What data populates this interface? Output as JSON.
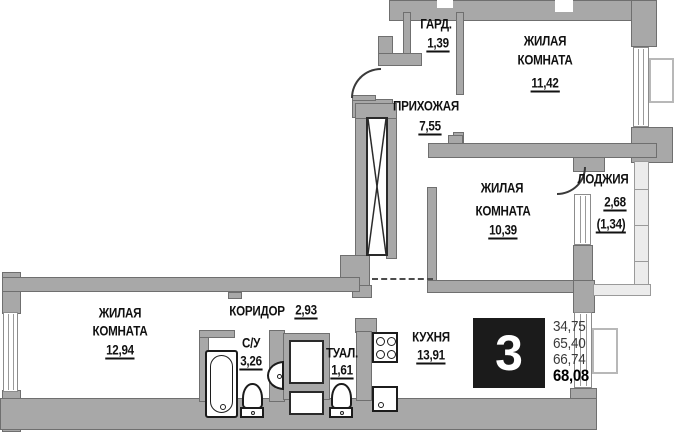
{
  "rooms": {
    "gard": {
      "name": "ГАРД.",
      "area": "1,39"
    },
    "living1": {
      "name_line1": "ЖИЛАЯ",
      "name_line2": "КОМНАТА",
      "area": "11,42"
    },
    "hall": {
      "name": "ПРИХОЖАЯ",
      "area": "7,55"
    },
    "living2": {
      "name_line1": "ЖИЛАЯ",
      "name_line2": "КОМНАТА",
      "area": "10,39"
    },
    "loggia": {
      "name": "ЛОДЖИЯ",
      "area": "2,68",
      "area_secondary": "(1,34)"
    },
    "living3": {
      "name_line1": "ЖИЛАЯ",
      "name_line2": "КОМНАТА",
      "area": "12,94"
    },
    "corridor": {
      "name": "КОРИДОР",
      "area": "2,93"
    },
    "bathroom": {
      "name": "С/У",
      "area": "3,26"
    },
    "toilet": {
      "name": "ТУАЛ.",
      "area": "1,61"
    },
    "kitchen": {
      "name": "КУХНЯ",
      "area": "13,91"
    }
  },
  "badge": {
    "number": "3",
    "area_lines": [
      "34,75",
      "65,40",
      "66,74",
      "68,08"
    ]
  },
  "fixtures": [
    "bathtub",
    "toilet",
    "wash-basin",
    "toilet",
    "stove",
    "kitchen-sink",
    "ventilation-shaft",
    "cross-shaft"
  ],
  "colors": {
    "wall": "#a8a8a8",
    "wall_outline": "#6f6f6f",
    "window_fill": "#ffffff",
    "glazing_fill": "#ececec",
    "badge_bg": "#1b1b1b",
    "text": "#111111"
  }
}
